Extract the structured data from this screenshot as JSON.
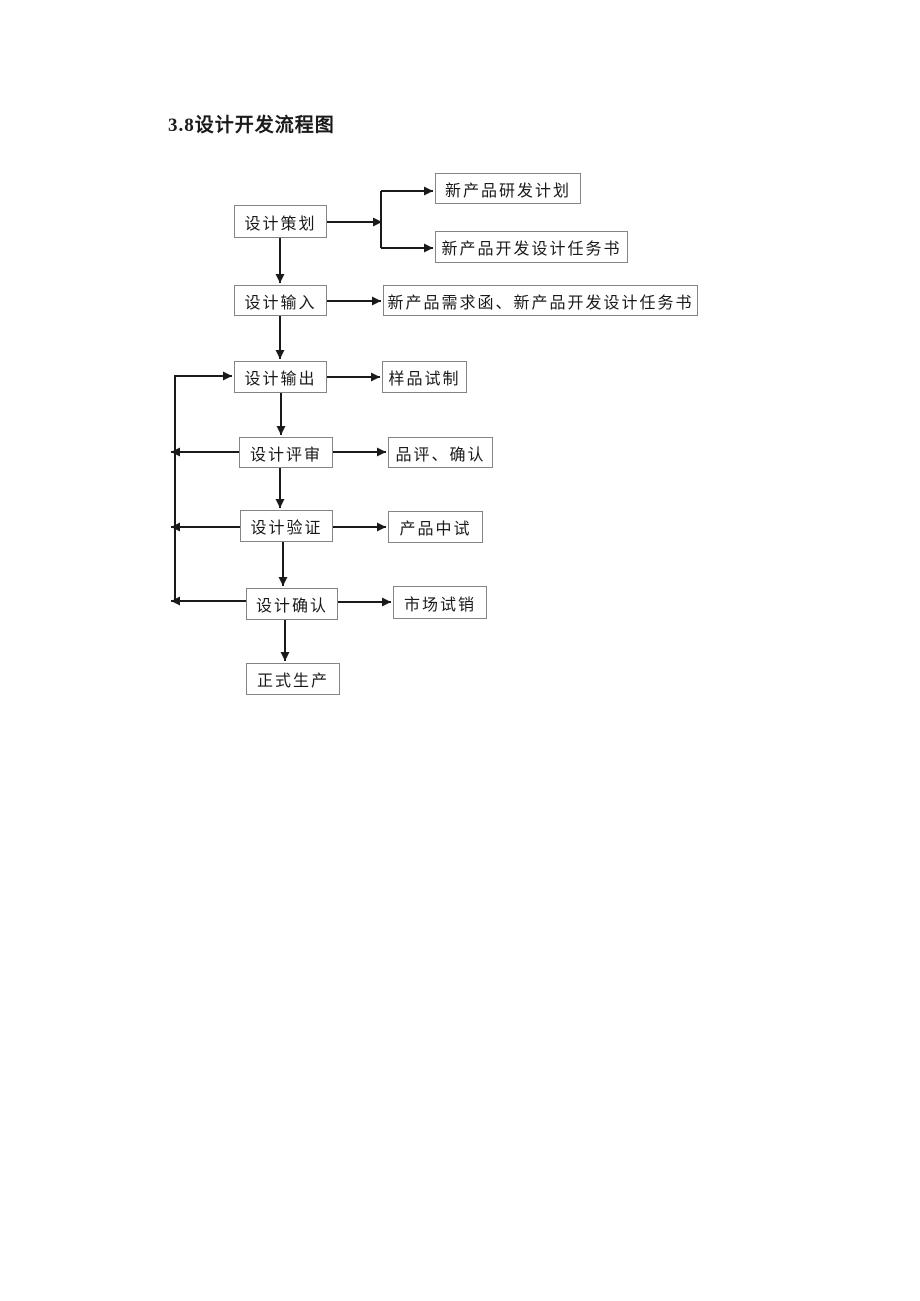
{
  "page": {
    "title": "3.8设计开发流程图"
  },
  "flowchart": {
    "nodes": {
      "design_planning": "设计策划",
      "rnd_plan": "新产品研发计划",
      "dev_task_book": "新产品开发设计任务书",
      "design_input": "设计输入",
      "requirement_docs": "新产品需求函、新产品开发设计任务书",
      "design_output": "设计输出",
      "sample_trial": "样品试制",
      "design_review": "设计评审",
      "evaluation_confirm": "品评、确认",
      "design_verification": "设计验证",
      "product_pilot": "产品中试",
      "design_confirmation": "设计确认",
      "market_trial": "市场试销",
      "formal_production": "正式生产"
    },
    "edges": [
      {
        "from": "design_planning",
        "to": "rnd_plan"
      },
      {
        "from": "design_planning",
        "to": "dev_task_book"
      },
      {
        "from": "design_planning",
        "to": "design_input"
      },
      {
        "from": "design_input",
        "to": "requirement_docs"
      },
      {
        "from": "design_input",
        "to": "design_output"
      },
      {
        "from": "design_output",
        "to": "sample_trial"
      },
      {
        "from": "design_output",
        "to": "design_review"
      },
      {
        "from": "design_review",
        "to": "evaluation_confirm"
      },
      {
        "from": "design_review",
        "to": "design_output",
        "type": "feedback"
      },
      {
        "from": "design_review",
        "to": "design_verification"
      },
      {
        "from": "design_verification",
        "to": "product_pilot"
      },
      {
        "from": "design_verification",
        "to": "design_output",
        "type": "feedback"
      },
      {
        "from": "design_verification",
        "to": "design_confirmation"
      },
      {
        "from": "design_confirmation",
        "to": "market_trial"
      },
      {
        "from": "design_confirmation",
        "to": "design_output",
        "type": "feedback"
      },
      {
        "from": "design_confirmation",
        "to": "formal_production"
      }
    ],
    "colors": {
      "box_border": "#848484",
      "arrow": "#1a1a1a",
      "text": "#1a1a1a",
      "background": "#ffffff"
    }
  }
}
